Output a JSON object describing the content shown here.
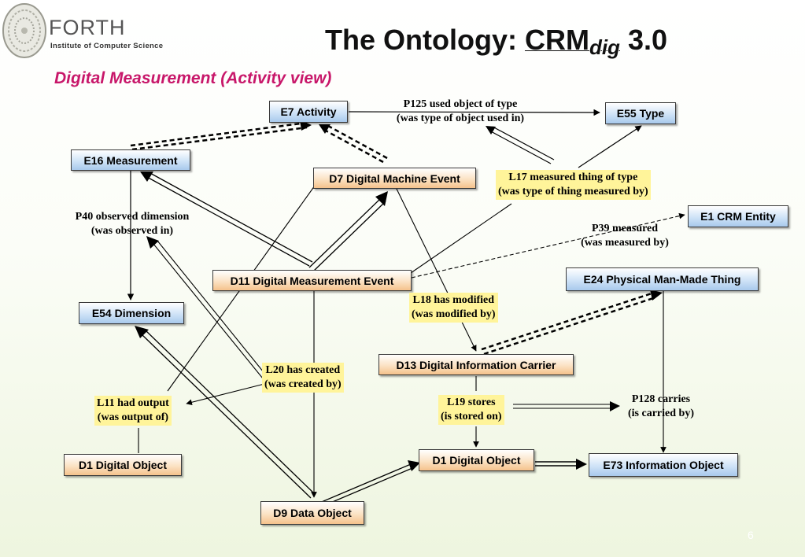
{
  "logo": {
    "name": "FORTH",
    "subtitle": "Institute of Computer Science"
  },
  "title": {
    "prefix": "The Ontology: ",
    "crm": "CRM",
    "sub": "dig",
    "suffix": " 3.0"
  },
  "subtitle": "Digital Measurement (Activity view)",
  "nodes": {
    "e7": "E7 Activity",
    "e55": "E55 Type",
    "e16": "E16 Measurement",
    "d7": "D7 Digital Machine Event",
    "e1": "E1 CRM Entity",
    "d11": "D11 Digital Measurement Event",
    "e24": "E24 Physical Man-Made Thing",
    "e54": "E54 Dimension",
    "d13": "D13 Digital Information Carrier",
    "d1_left": "D1 Digital Object",
    "d1_mid": "D1 Digital Object",
    "e73": "E73 Information Object",
    "d9": "D9 Data Object"
  },
  "edges": {
    "p125_1": "P125 used object of type",
    "p125_2": "(was type of object used in)",
    "l17_1": "L17 measured thing of type",
    "l17_2": "(was type of thing measured by)",
    "p40_1": "P40 observed dimension",
    "p40_2": "(was observed in)",
    "p39_1": "P39 measured",
    "p39_2": "(was measured by)",
    "l18_1": "L18 has  modified",
    "l18_2": "(was modified by)",
    "l20_1": "L20 has created",
    "l20_2": "(was created by)",
    "l11_1": "L11 had output",
    "l11_2": "(was output of)",
    "l19_1": "L19 stores",
    "l19_2": "(is stored on)",
    "p128_1": "P128 carries",
    "p128_2": "(is carried by)"
  },
  "page_number": "6"
}
